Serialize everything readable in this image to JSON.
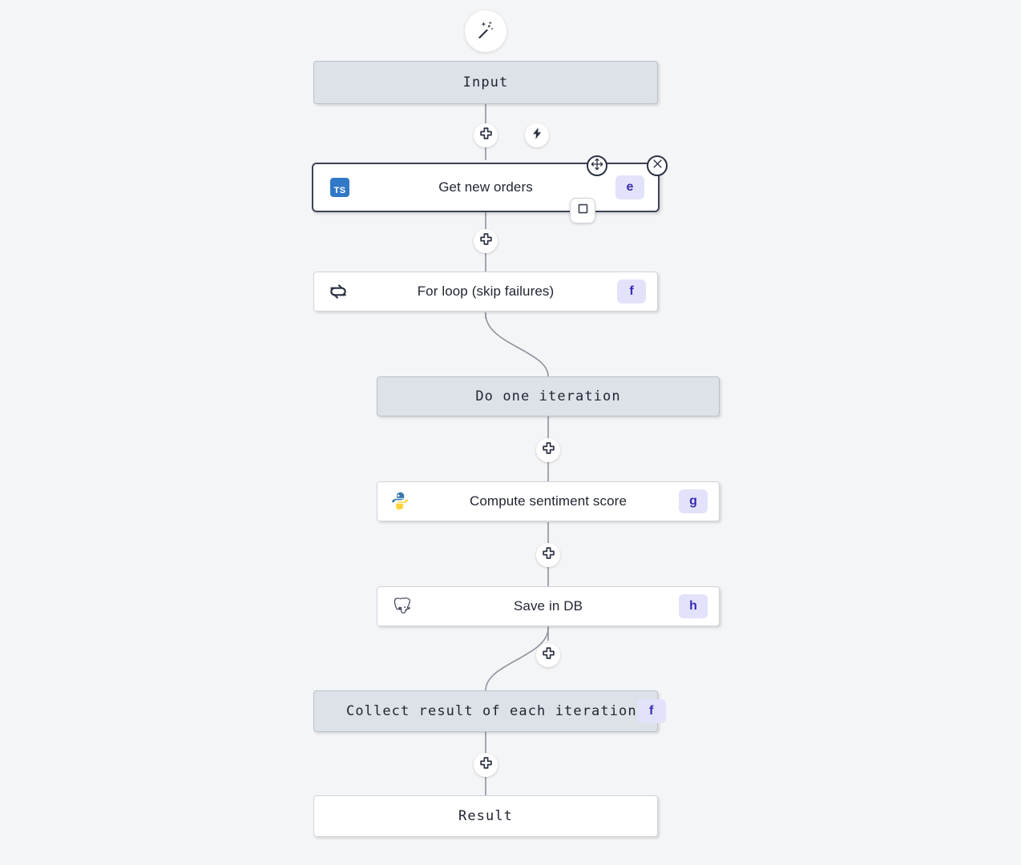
{
  "canvas": {
    "background": "#f4f5f7",
    "grey_node_fill": "#dde2e9",
    "white_node_fill": "#ffffff",
    "edge_color": "#8d939d",
    "badge_bg": "#e2e2fb",
    "badge_fg": "#3b2bb3",
    "selection_border": "#3c4355"
  },
  "toolbar": {
    "wand_icon": "magic-wand-icon",
    "flow_ai_label": ""
  },
  "nodes": [
    {
      "id": "input",
      "label": "Input",
      "style": "grey",
      "mono": true,
      "icon": null,
      "badge": null
    },
    {
      "id": "step_e",
      "label": "Get new orders",
      "style": "white",
      "mono": false,
      "icon": "typescript-icon",
      "badge": "e",
      "selected": true
    },
    {
      "id": "step_f",
      "label": "For loop (skip failures)",
      "style": "white",
      "mono": false,
      "icon": "loop-icon",
      "badge": "f"
    },
    {
      "id": "iter",
      "label": "Do one iteration",
      "style": "grey",
      "mono": true,
      "icon": null,
      "badge": null
    },
    {
      "id": "step_g",
      "label": "Compute sentiment score",
      "style": "white",
      "mono": false,
      "icon": "python-icon",
      "badge": "g"
    },
    {
      "id": "step_h",
      "label": "Save in DB",
      "style": "white",
      "mono": false,
      "icon": "postgres-icon",
      "badge": "h"
    },
    {
      "id": "collect",
      "label": "Collect result of each iteration",
      "style": "grey",
      "mono": true,
      "icon": null,
      "badge": "f"
    },
    {
      "id": "result",
      "label": "Result",
      "style": "white",
      "mono": true,
      "icon": null,
      "badge": null
    }
  ],
  "buttons": {
    "add_step": "plus-icon",
    "trigger": "lightning-icon",
    "move_handle": "move-icon",
    "delete_handle": "close-icon",
    "branch_square": "square-icon"
  },
  "add_buttons": [
    {
      "id": "add-after-input",
      "icon": "plus-icon"
    },
    {
      "id": "add-after-e",
      "icon": "plus-icon"
    },
    {
      "id": "add-after-iter",
      "icon": "plus-icon"
    },
    {
      "id": "add-after-g",
      "icon": "plus-icon"
    },
    {
      "id": "add-after-h",
      "icon": "plus-icon"
    },
    {
      "id": "add-after-collect",
      "icon": "plus-icon"
    }
  ]
}
